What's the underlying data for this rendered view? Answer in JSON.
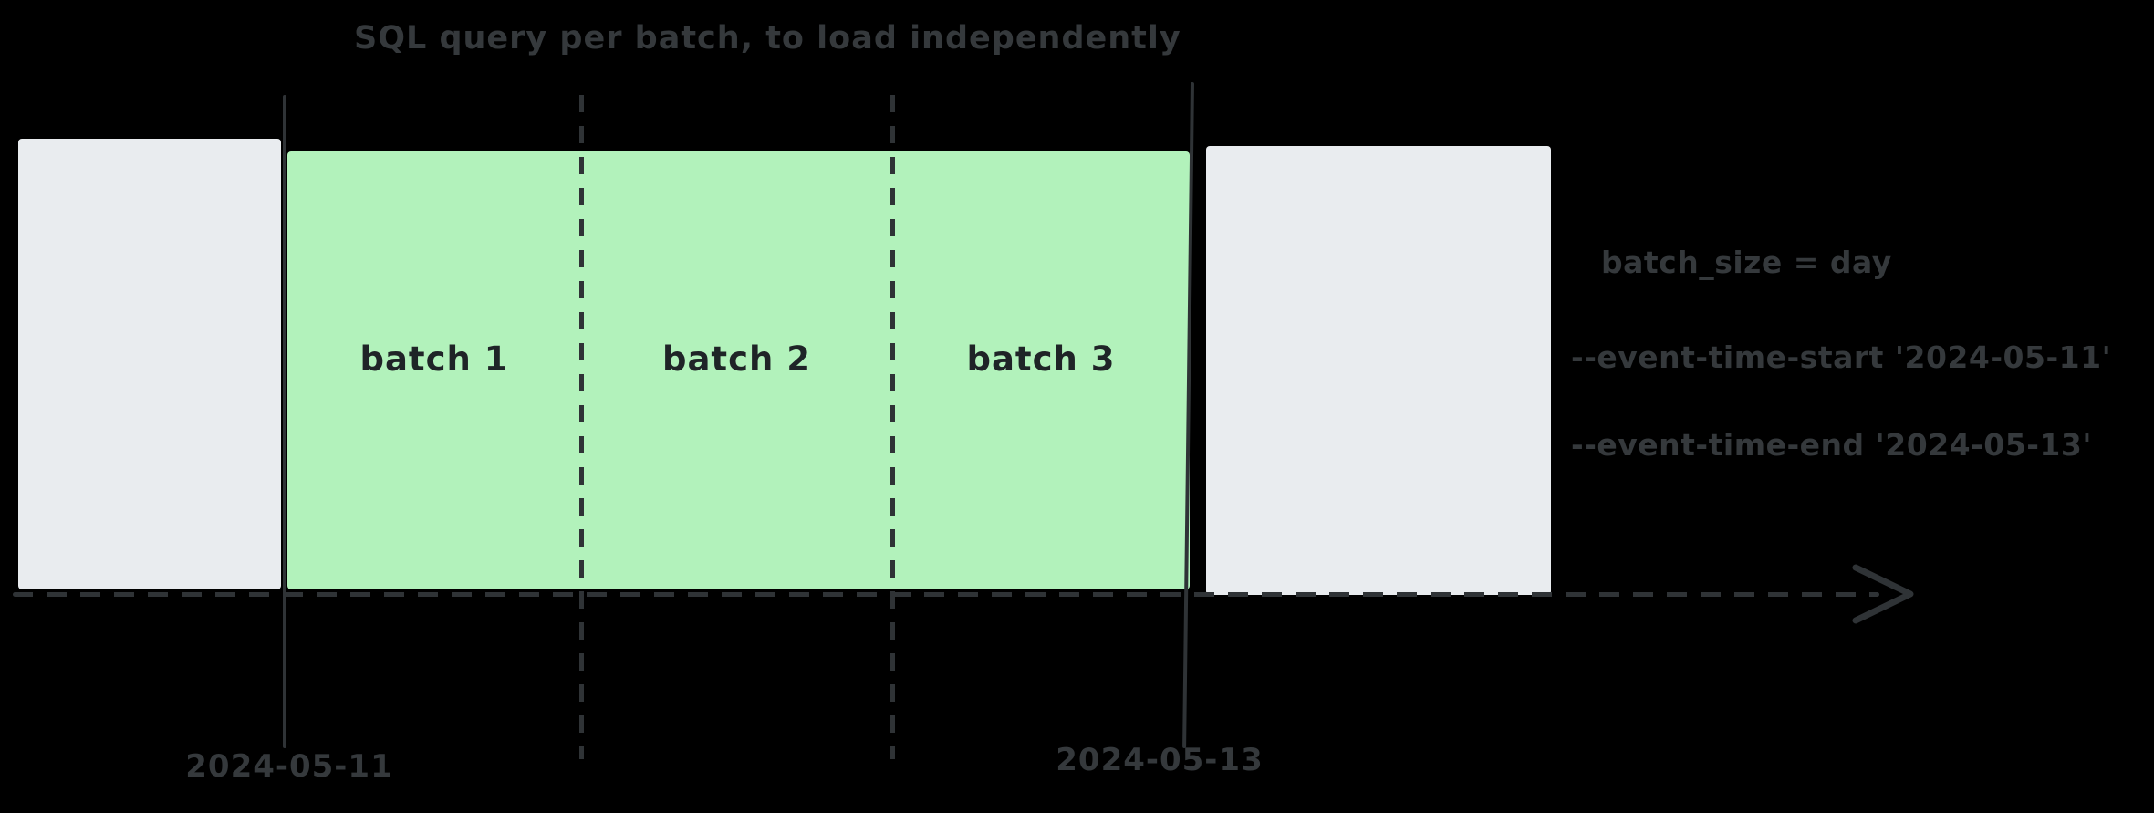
{
  "colors": {
    "background": "#000000",
    "batch_fill": "#b2f2bb",
    "outside_fill": "#e9ecef",
    "line": "#2f3336",
    "text_dim": "#35393c",
    "ink_on_fill": "#1f2427"
  },
  "title": "SQL query per batch, to load independently",
  "timeline": {
    "batches": [
      {
        "label": "batch 1"
      },
      {
        "label": "batch 2"
      },
      {
        "label": "batch 3"
      }
    ],
    "start_label": "2024-05-11",
    "end_label": "2024-05-13"
  },
  "annotations": {
    "lines": [
      "batch_size = day",
      "--event-time-start '2024-05-11'",
      "--event-time-end '2024-05-13'"
    ]
  }
}
